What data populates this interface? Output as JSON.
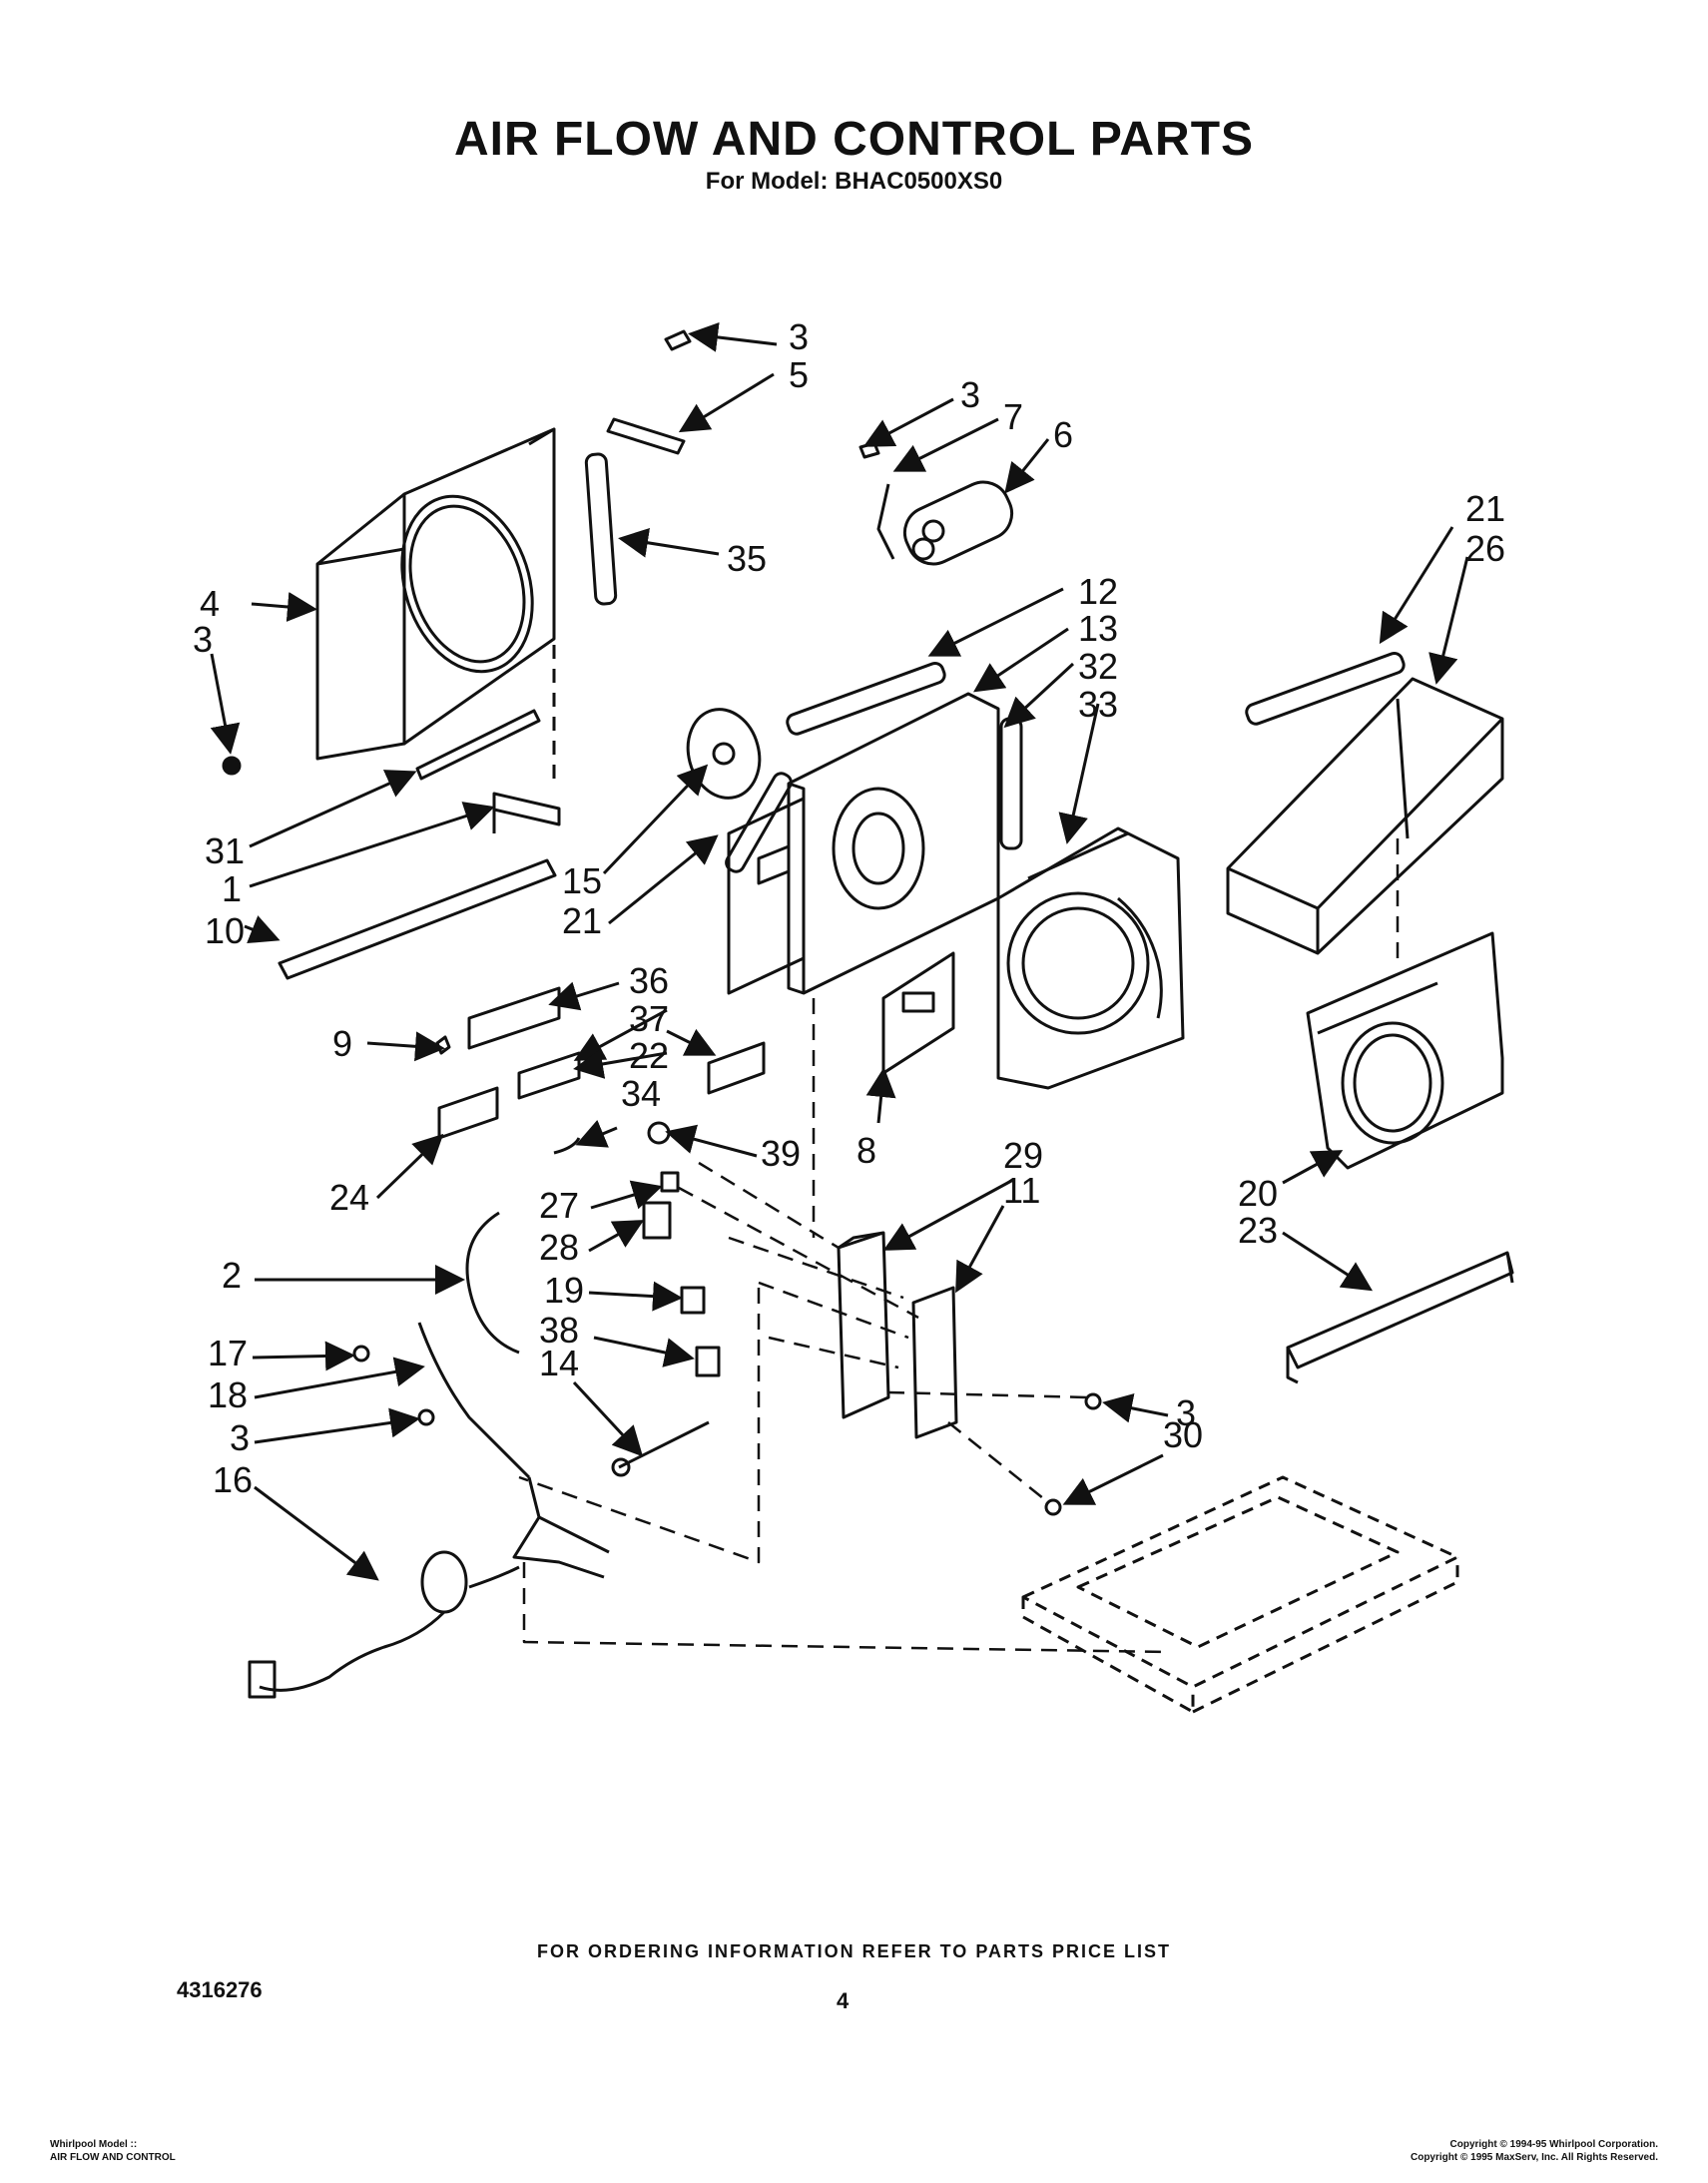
{
  "header": {
    "title": "AIR FLOW AND CONTROL PARTS",
    "subtitle": "For Model: BHAC0500XS0"
  },
  "callouts": {
    "c3a": "3",
    "c5": "5",
    "c3b": "3",
    "c7": "7",
    "c6": "6",
    "c35": "35",
    "c4": "4",
    "c3c": "3",
    "c21a": "21",
    "c26": "26",
    "c12": "12",
    "c13": "13",
    "c32": "32",
    "c33": "33",
    "c31": "31",
    "c1": "1",
    "c10": "10",
    "c15": "15",
    "c21b": "21",
    "c36": "36",
    "c37": "37",
    "c9": "9",
    "c22": "22",
    "c34": "34",
    "c39": "39",
    "c8": "8",
    "c24": "24",
    "c29": "29",
    "c11": "11",
    "c27": "27",
    "c28": "28",
    "c20": "20",
    "c23": "23",
    "c2": "2",
    "c19": "19",
    "c38": "38",
    "c14": "14",
    "c17": "17",
    "c18": "18",
    "c3d": "3",
    "c3e": "3",
    "c30": "30",
    "c16": "16"
  },
  "footer": {
    "ordering_note": "FOR ORDERING INFORMATION REFER TO PARTS PRICE LIST",
    "document_number": "4316276",
    "page_number": "4",
    "left_line1": "Whirlpool Model ::",
    "left_line2": "AIR FLOW AND CONTROL",
    "right_line1": "Copyright © 1994-95 Whirlpool Corporation.",
    "right_line2": "Copyright © 1995 MaxServ, Inc.  All Rights Reserved."
  }
}
